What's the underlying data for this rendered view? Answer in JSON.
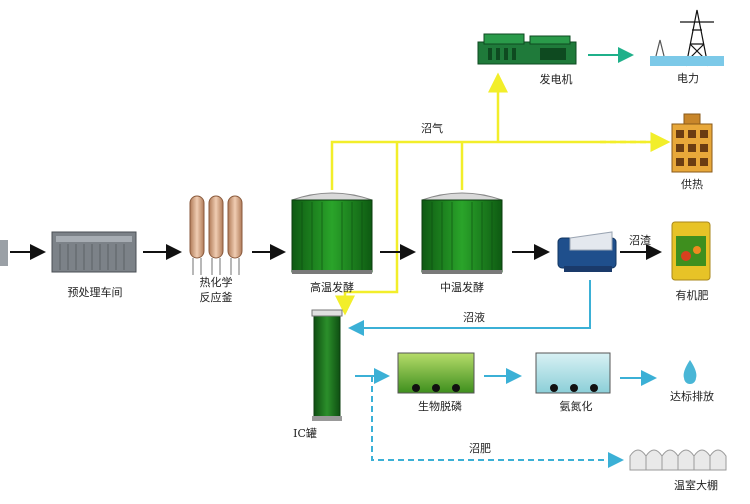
{
  "nodes": {
    "pretreatment": "预处理车间",
    "thermo_line1": "热化学",
    "thermo_line2": "反应釜",
    "high_temp": "高温发酵",
    "mid_temp": "中温发酵",
    "ic_tank": "IC罐",
    "generator": "发电机",
    "power": "电力",
    "heating": "供热",
    "fertilizer": "有机肥",
    "bio_dephos": "生物脱磷",
    "ammonia": "氨氮化",
    "discharge": "达标排放",
    "greenhouse": "温室大棚"
  },
  "flows": {
    "biogas": "沼气",
    "residue": "沼渣",
    "liquid": "沼液",
    "slurry": "沼肥"
  },
  "colors": {
    "biogas_line": "#f2ee2a",
    "water_line": "#3bb0d6",
    "main_arrow": "#111111",
    "tank_green": "#1f8a1f",
    "tank_dark": "#0f4f12"
  }
}
